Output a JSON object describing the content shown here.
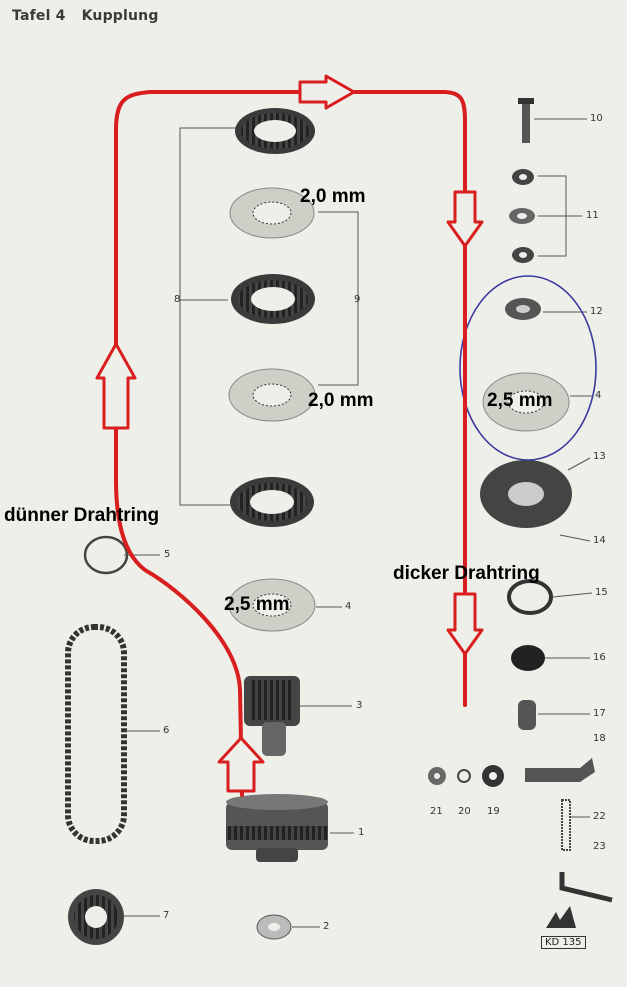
{
  "title": {
    "plate": "Tafel 4",
    "name": "Kupplung"
  },
  "callouts": {
    "thick_1": "2,0 mm",
    "thick_2": "2,0 mm",
    "thick_3": "2,5 mm",
    "thick_4": "2,5 mm",
    "thin_ring": "dünner Drahtring",
    "thick_ring": "dicker Drahtring"
  },
  "part_numbers": [
    "10",
    "11",
    "12",
    "4",
    "13",
    "14",
    "15",
    "16",
    "17",
    "18",
    "22",
    "23",
    "21",
    "20",
    "19",
    "8",
    "9",
    "5",
    "4",
    "3",
    "6",
    "1",
    "7",
    "2"
  ],
  "stamp": "KD 135",
  "colors": {
    "arrow": "#d81e1e",
    "highlight": "#3a3aa0",
    "ink": "#3a3a3a"
  }
}
